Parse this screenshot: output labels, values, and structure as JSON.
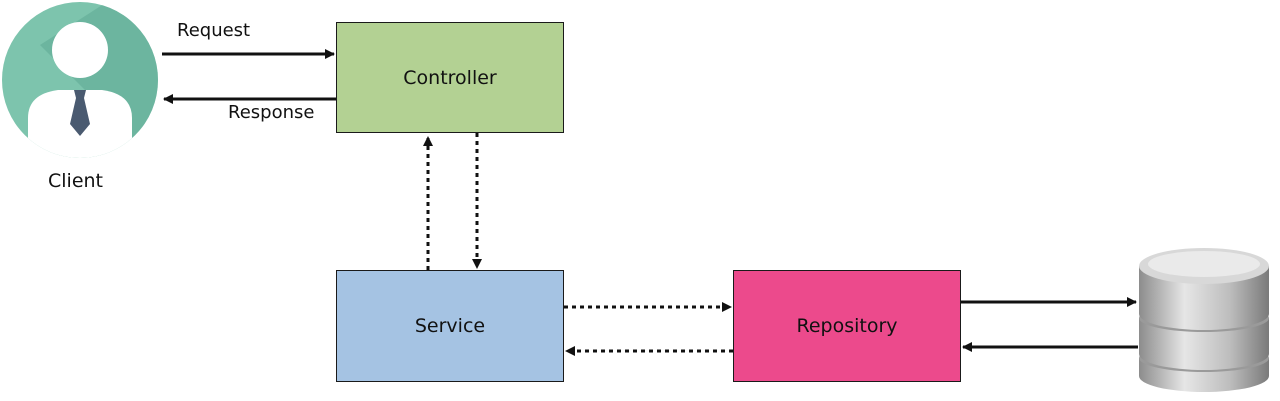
{
  "client": {
    "label": "Client",
    "icon": "user-avatar-icon",
    "bg_color": "#7dc4ad",
    "tie_color": "#4a5a70"
  },
  "nodes": {
    "controller": {
      "label": "Controller",
      "color": "#b3d193"
    },
    "service": {
      "label": "Service",
      "color": "#a5c3e3"
    },
    "repository": {
      "label": "Repository",
      "color": "#ec4a8c"
    }
  },
  "database": {
    "icon": "database-icon",
    "color": "#b8b8b8"
  },
  "edges": {
    "request": "Request",
    "response": "Response"
  }
}
